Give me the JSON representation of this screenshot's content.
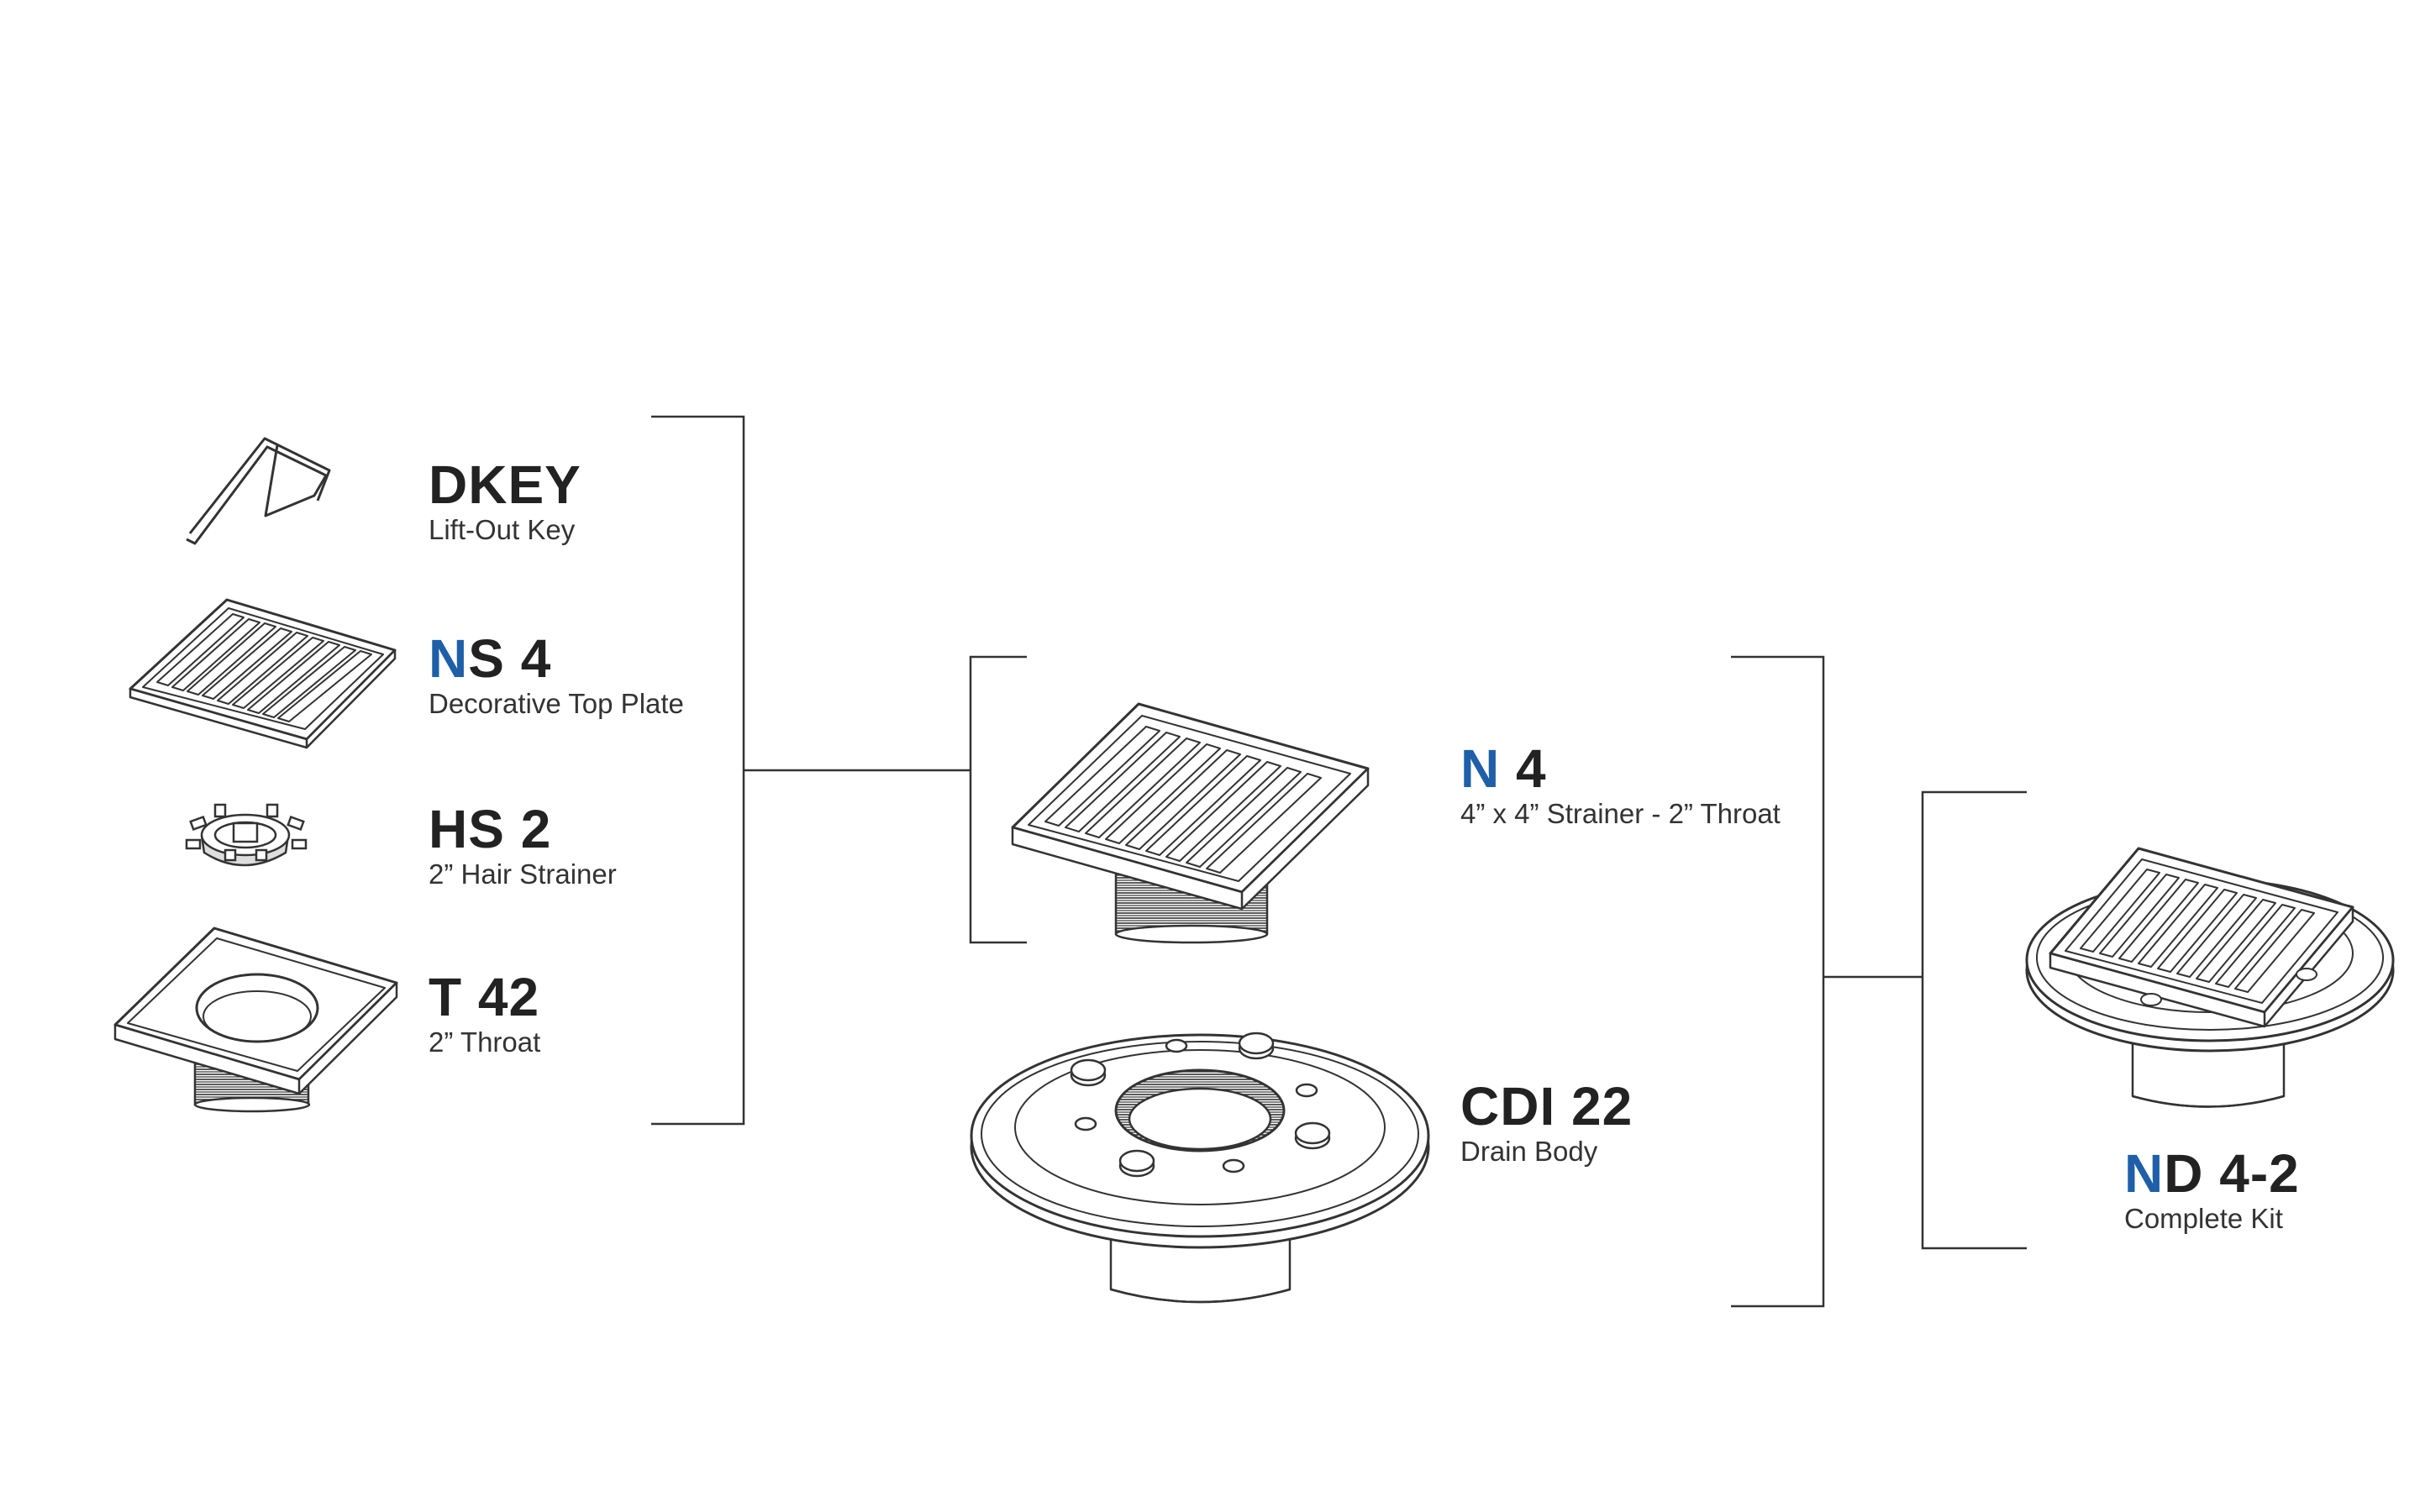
{
  "parts": [
    {
      "id": "dkey",
      "code_hl": "",
      "code_rest": "DKEY",
      "desc": "Lift-Out Key"
    },
    {
      "id": "ns4",
      "code_hl": "N",
      "code_rest": "S 4",
      "desc": "Decorative Top Plate"
    },
    {
      "id": "hs2",
      "code_hl": "",
      "code_rest": "HS 2",
      "desc": "2” Hair Strainer"
    },
    {
      "id": "t42",
      "code_hl": "",
      "code_rest": "T 42",
      "desc": "2” Throat"
    },
    {
      "id": "n4",
      "code_hl": "N",
      "code_rest": " 4",
      "desc": "4” x 4” Strainer - 2” Throat"
    },
    {
      "id": "cdi22",
      "code_hl": "",
      "code_rest": "CDI 22",
      "desc": "Drain Body"
    },
    {
      "id": "nd42",
      "code_hl": "N",
      "code_rest": "D 4-2",
      "desc": "Complete Kit"
    }
  ],
  "colors": {
    "highlight": "#1e5fa8",
    "ink": "#222222",
    "line": "#333333"
  },
  "icons": [
    "lift-key-icon",
    "top-plate-icon",
    "hair-strainer-icon",
    "throat-icon",
    "strainer-icon",
    "drain-body-icon",
    "complete-kit-icon"
  ]
}
